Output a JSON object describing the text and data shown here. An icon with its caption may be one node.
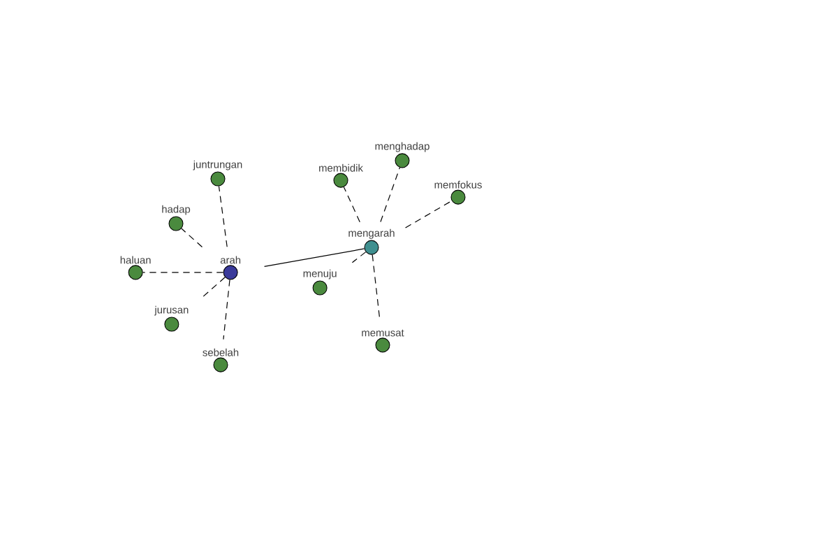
{
  "diagram": {
    "nodes": [
      {
        "text": [
          "arah"
        ]
      },
      {
        "text": [
          "mengarah"
        ]
      },
      {
        "text": [
          "juntrungan"
        ]
      },
      {
        "text": [
          "hadap"
        ]
      },
      {
        "text": [
          "haluan"
        ]
      },
      {
        "text": [
          "jurusan"
        ]
      },
      {
        "text": [
          "sebelah"
        ]
      },
      {
        "text": [
          "menghadap"
        ]
      },
      {
        "text": [
          "membidik"
        ]
      },
      {
        "text": [
          "memfokus"
        ]
      },
      {
        "text": [
          "menuju"
        ]
      },
      {
        "text": [
          "memusat"
        ]
      }
    ],
    "edges": [
      {
        "from": 0,
        "to": 1,
        "arrow": "none"
      },
      {
        "from": 0,
        "to": 2,
        "arrow": "none",
        "style": "dashed"
      },
      {
        "from": 0,
        "to": 3,
        "arrow": "none",
        "style": "dashed"
      },
      {
        "from": 0,
        "to": 4,
        "arrow": "none",
        "style": "dashed"
      },
      {
        "from": 0,
        "to": 5,
        "arrow": "none",
        "style": "dashed"
      },
      {
        "from": 0,
        "to": 6,
        "arrow": "none",
        "style": "dashed"
      },
      {
        "from": 1,
        "to": 7,
        "arrow": "none",
        "style": "dashed"
      },
      {
        "from": 1,
        "to": 8,
        "arrow": "none",
        "style": "dashed"
      },
      {
        "from": 1,
        "to": 9,
        "arrow": "none",
        "style": "dashed"
      },
      {
        "from": 1,
        "to": 10,
        "arrow": "none",
        "style": "dashed"
      },
      {
        "from": 1,
        "to": 11,
        "arrow": "none",
        "style": "dashed"
      }
    ]
  }
}
